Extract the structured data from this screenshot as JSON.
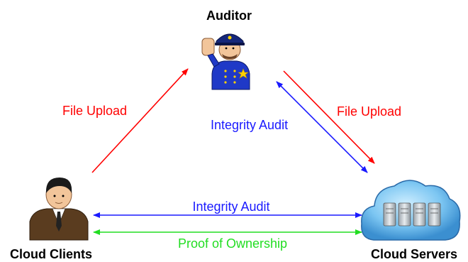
{
  "nodes": {
    "auditor": {
      "label": "Auditor",
      "icon": "police-officer-icon"
    },
    "clients": {
      "label": "Cloud Clients",
      "icon": "business-person-icon"
    },
    "servers": {
      "label": "Cloud Servers",
      "icon": "cloud-server-icon"
    }
  },
  "edges": {
    "client_to_auditor": {
      "label": "File Upload",
      "color": "#ff0000"
    },
    "auditor_to_server": {
      "label": "File Upload",
      "color": "#ff0000"
    },
    "auditor_server_audit": {
      "label": "Integrity Audit",
      "color": "#1a1aff"
    },
    "client_server_audit": {
      "label": "Integrity Audit",
      "color": "#1a1aff"
    },
    "client_server_ownership": {
      "label": "Proof of Ownership",
      "color": "#22dd22"
    }
  }
}
